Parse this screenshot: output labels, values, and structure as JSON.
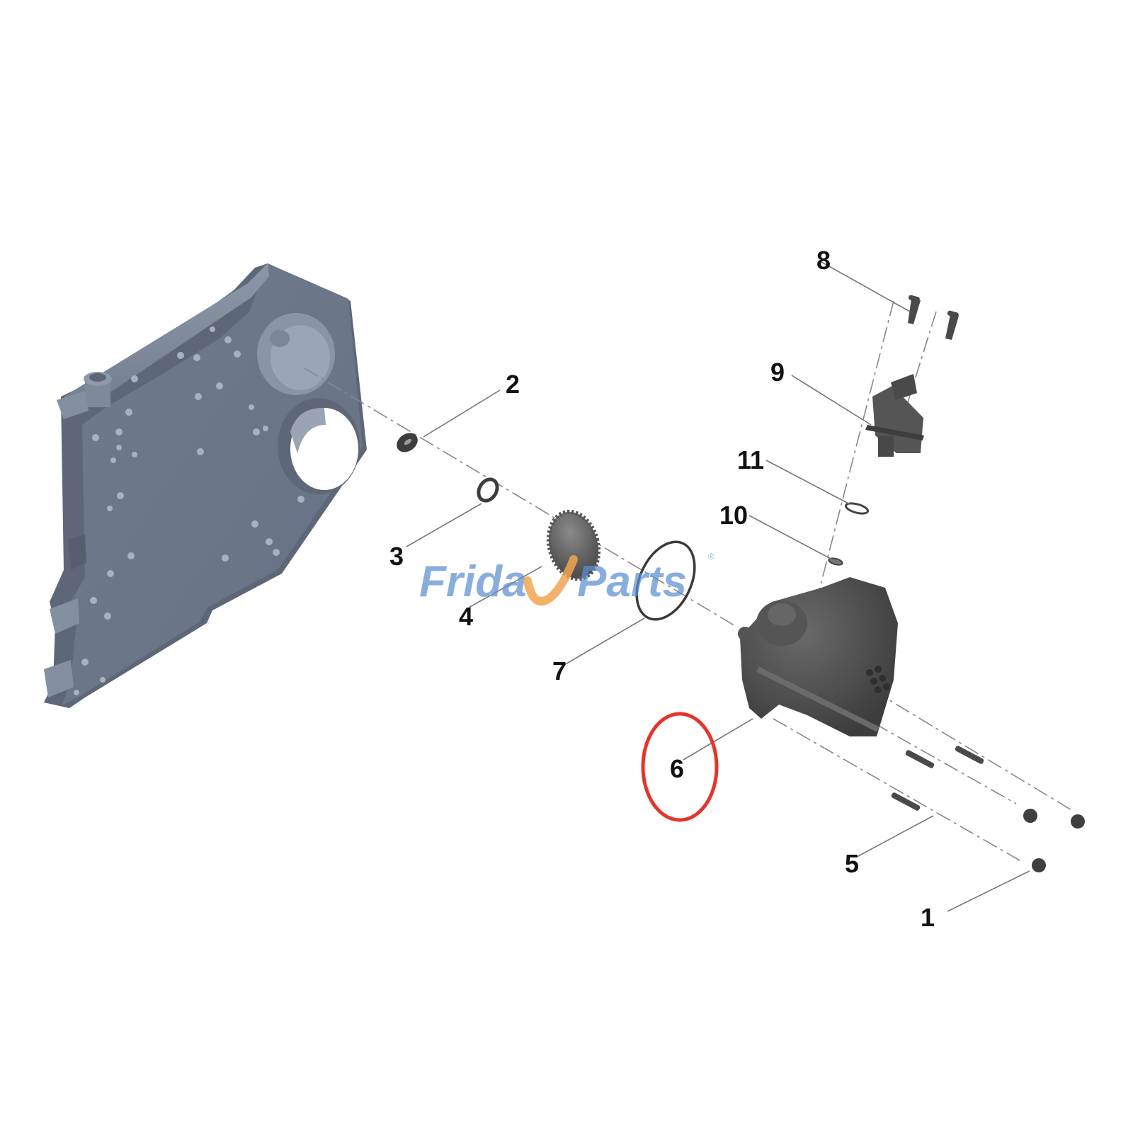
{
  "diagram": {
    "type": "exploded-parts-diagram",
    "subject": "fuel injection pump mounting to gear housing",
    "callouts": [
      {
        "id": "1",
        "label": "1",
        "part": "nut"
      },
      {
        "id": "2",
        "label": "2",
        "part": "nut"
      },
      {
        "id": "3",
        "label": "3",
        "part": "washer"
      },
      {
        "id": "4",
        "label": "4",
        "part": "gear"
      },
      {
        "id": "5",
        "label": "5",
        "part": "stud"
      },
      {
        "id": "6",
        "label": "6",
        "part": "fuel pump",
        "highlighted": true
      },
      {
        "id": "7",
        "label": "7",
        "part": "o-ring seal"
      },
      {
        "id": "8",
        "label": "8",
        "part": "screw"
      },
      {
        "id": "9",
        "label": "9",
        "part": "actuator / metering valve"
      },
      {
        "id": "10",
        "label": "10",
        "part": "o-ring"
      },
      {
        "id": "11",
        "label": "11",
        "part": "o-ring"
      }
    ],
    "highlight_color": "#e5342a",
    "housing_color": "#6e7888",
    "part_color": "#4a4a4a"
  },
  "watermark": {
    "text_left": "Frida",
    "text_right": "Parts",
    "registered": "®",
    "text_color": "#5b8fd0",
    "accent_color": "#f0a550"
  }
}
